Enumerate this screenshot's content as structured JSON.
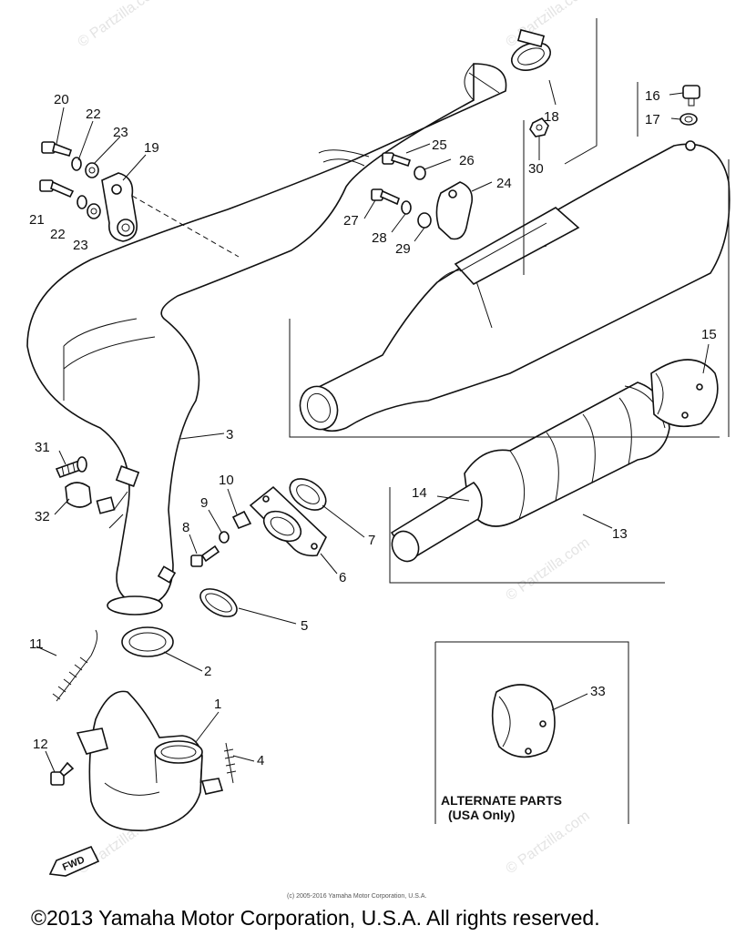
{
  "watermark": "© Partzilla.com",
  "callouts": {
    "c1": "1",
    "c2": "2",
    "c3": "3",
    "c4": "4",
    "c5": "5",
    "c6": "6",
    "c7": "7",
    "c8": "8",
    "c9": "9",
    "c10": "10",
    "c11": "11",
    "c12": "12",
    "c13": "13",
    "c14": "14",
    "c15": "15",
    "c16": "16",
    "c17": "17",
    "c18": "18",
    "c19": "19",
    "c20": "20",
    "c21": "21",
    "c22a": "22",
    "c22b": "22",
    "c23a": "23",
    "c23b": "23",
    "c24": "24",
    "c25": "25",
    "c26": "26",
    "c27": "27",
    "c28": "28",
    "c29": "29",
    "c30": "30",
    "c31": "31",
    "c32": "32",
    "c33": "33"
  },
  "alternate": {
    "line1": "ALTERNATE PARTS",
    "line2": "(USA Only)"
  },
  "fwd_label": "FWD",
  "small_copyright": "(c) 2005-2016 Yamaha Motor Corporation, U.S.A.",
  "copyright": "©2013 Yamaha Motor Corporation, U.S.A. All rights reserved."
}
